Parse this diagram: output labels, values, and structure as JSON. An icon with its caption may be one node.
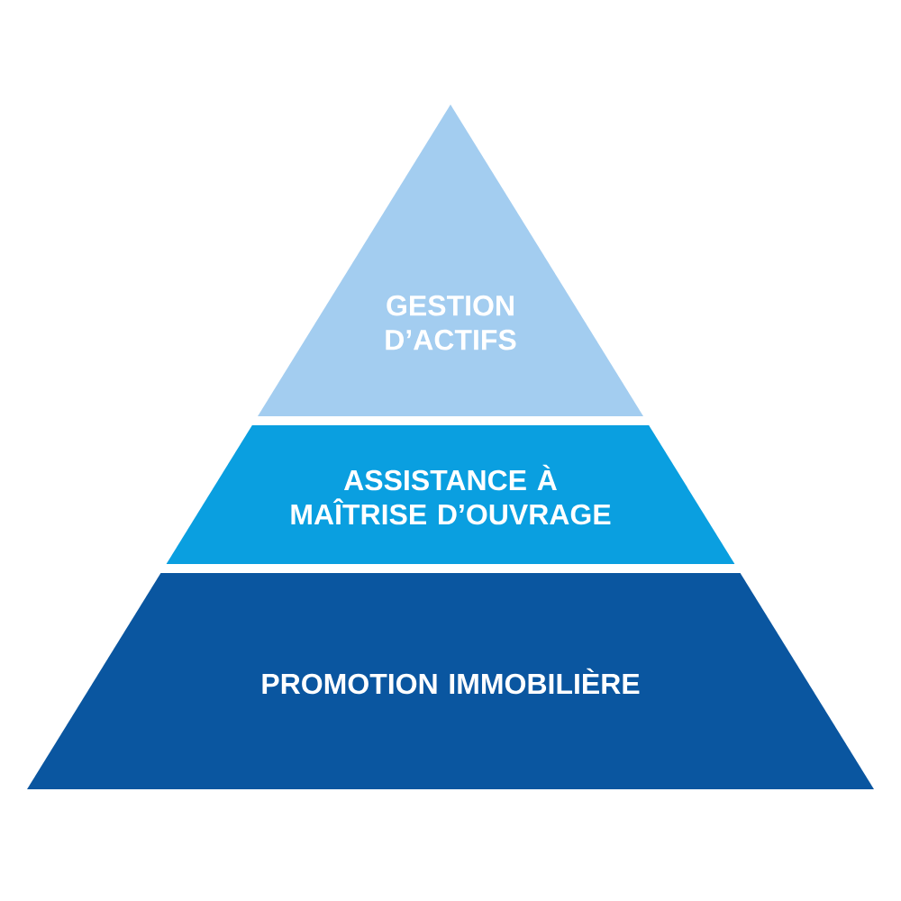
{
  "diagram": {
    "nodes": [
      {
        "text": [
          "GESTION D’ACTIFS"
        ]
      },
      {
        "text": [
          "ASSISTANCE À MAÎTRISE D’OUVRAGE"
        ]
      },
      {
        "text": [
          "PROMOTION IMMOBILIÈRE"
        ]
      }
    ]
  }
}
